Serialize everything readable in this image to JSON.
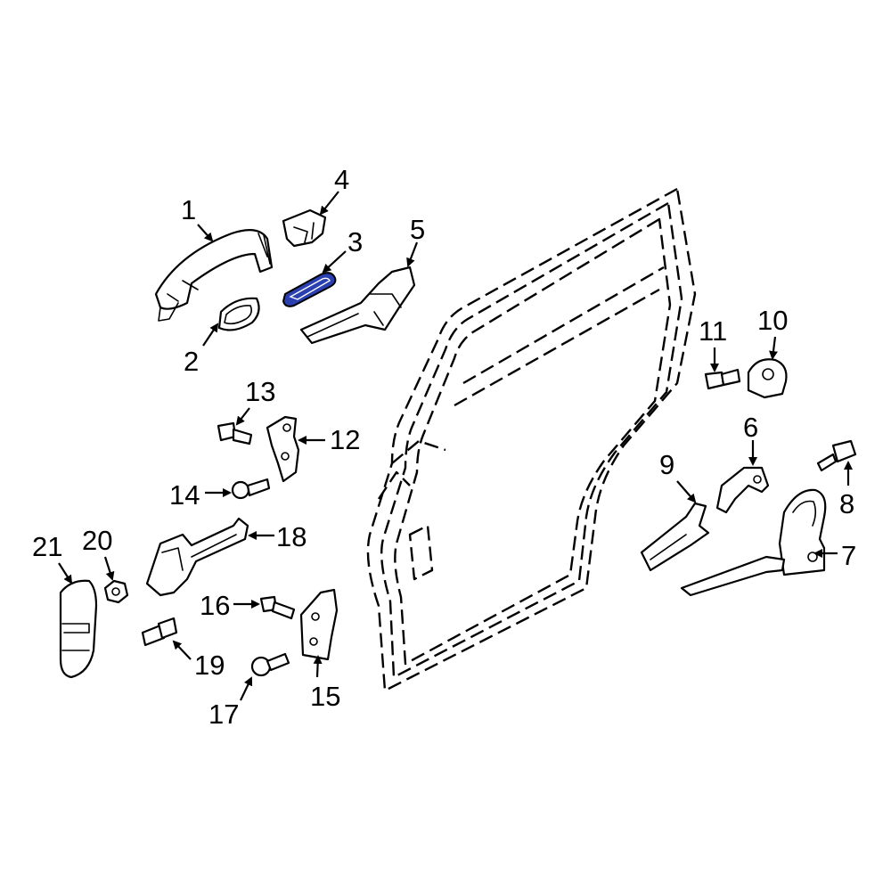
{
  "diagram": {
    "highlight_color": "#2a3fb0",
    "highlighted_part": "3",
    "callouts": {
      "c1": "1",
      "c2": "2",
      "c3": "3",
      "c4": "4",
      "c5": "5",
      "c6": "6",
      "c7": "7",
      "c8": "8",
      "c9": "9",
      "c10": "10",
      "c11": "11",
      "c12": "12",
      "c13": "13",
      "c14": "14",
      "c15": "15",
      "c16": "16",
      "c17": "17",
      "c18": "18",
      "c19": "19",
      "c20": "20",
      "c21": "21"
    }
  }
}
